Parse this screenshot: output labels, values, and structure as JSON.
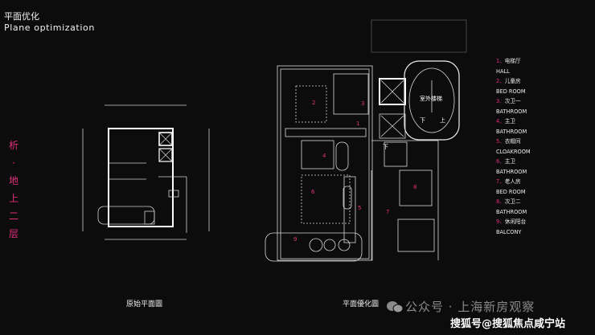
{
  "header": {
    "title_cn": "平面优化",
    "title_en": "Plane optimization"
  },
  "side_label": [
    "析",
    "·",
    "地",
    "上",
    "二",
    "层"
  ],
  "captions": {
    "original": "原始平面圖",
    "optimized": "平面優化圖"
  },
  "plan_markers": [
    "1",
    "2",
    "3",
    "4",
    "5",
    "6",
    "7",
    "8",
    "9"
  ],
  "plan_text": {
    "outdoor_stair": "室外楼梯",
    "down": "下",
    "up": "上",
    "down2": "下"
  },
  "legend": [
    {
      "num": "1、",
      "cn": "电梯厅",
      "en": "HALL"
    },
    {
      "num": "2、",
      "cn": "儿童房",
      "en": "BED ROOM"
    },
    {
      "num": "3、",
      "cn": "次卫一",
      "en": "BATHROOM"
    },
    {
      "num": "4、",
      "cn": "主卫",
      "en": "BATHROOM"
    },
    {
      "num": "5、",
      "cn": "衣帽间",
      "en": "CLOAKROOM"
    },
    {
      "num": "6、",
      "cn": "主卫",
      "en": "BATHROOM"
    },
    {
      "num": "7、",
      "cn": "老人房",
      "en": "BED ROOM"
    },
    {
      "num": "8、",
      "cn": "次卫二",
      "en": "BATHROOM"
    },
    {
      "num": "9、",
      "cn": "休闲阳台",
      "en": "BALCONY"
    }
  ],
  "watermarks": {
    "wechat": "公众号 · 上海新房观察",
    "sohu": "搜狐号@搜狐焦点咸宁站"
  },
  "colors": {
    "accent": "#e0317e",
    "background": "#0c0c0c",
    "line": "#d8d8d8"
  }
}
